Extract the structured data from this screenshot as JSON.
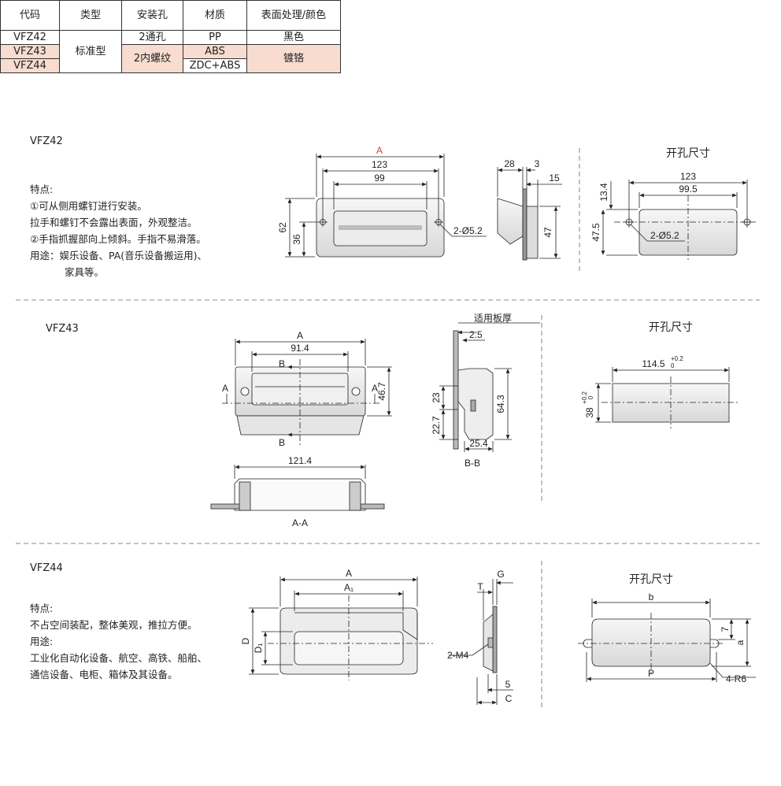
{
  "table": {
    "headers": [
      "代码",
      "类型",
      "安装孔",
      "材质",
      "表面处理/颜色"
    ],
    "rows": [
      {
        "code": "VFZ42",
        "type": "标准型",
        "hole": "2通孔",
        "material": "PP",
        "finish": "黑色"
      },
      {
        "code": "VFZ43",
        "hole": "2内螺纹",
        "material": "ABS",
        "finish": "镀铬"
      },
      {
        "code": "VFZ44",
        "material": "ZDC+ABS"
      }
    ]
  },
  "vfz42": {
    "title": "VFZ42",
    "notes": [
      "特点:",
      "①可从侧用螺钉进行安装。",
      "拉手和螺钉不会露出表面，外观整洁。",
      "②手指抓握部向上倾斜。手指不易滑落。",
      "用途：娱乐设备、PA(音乐设备搬运用)、",
      "家具等。"
    ],
    "dims": {
      "A": "A",
      "w123": "123",
      "w99": "99",
      "h62": "62",
      "h36": "36",
      "hole": "2-Ø5.2",
      "s28": "28",
      "s3": "3",
      "s15": "15",
      "s47": "47"
    },
    "cutout": {
      "title": "开孔尺寸",
      "w123": "123",
      "w995": "99.5",
      "h134": "13.4",
      "h475": "47.5",
      "hole": "2-Ø5.2"
    }
  },
  "vfz43": {
    "title": "VFZ43",
    "dims": {
      "A": "A",
      "w914": "91.4",
      "B": "B",
      "h467": "46.7",
      "w1214": "121.4",
      "AA": "A-A",
      "plate": "适用板厚",
      "t25": "2.5",
      "h23": "23",
      "h227": "22.7",
      "h643": "64.3",
      "w254": "25.4",
      "BB": "B-B"
    },
    "cutout": {
      "title": "开孔尺寸",
      "w": "114.5",
      "w_tol": "+0.2",
      "w_tol2": "0",
      "h": "38",
      "h_tol": "+0.2",
      "h_tol2": "0"
    }
  },
  "vfz44": {
    "title": "VFZ44",
    "notes": [
      "特点:",
      "不占空间装配，整体美观，推拉方便。",
      "用途:",
      "工业化自动化设备、航空、高铁、船舶、",
      "通信设备、电柜、箱体及其设备。"
    ],
    "dims": {
      "A": "A",
      "A1": "A₁",
      "D": "D",
      "D1": "D₁",
      "G": "G",
      "T": "T",
      "M4": "2-M4",
      "s5": "5",
      "C": "C"
    },
    "cutout": {
      "title": "开孔尺寸",
      "b": "b",
      "seven": "7",
      "a": "a",
      "P": "P",
      "R6": "4-R6"
    }
  }
}
